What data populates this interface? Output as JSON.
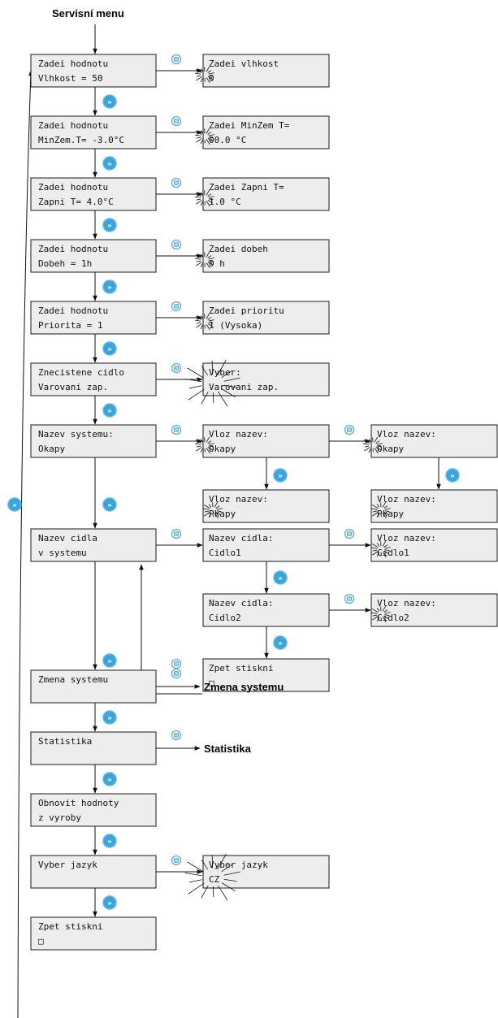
{
  "title": "Servisní menu",
  "icons": {
    "next": "double-chevron-right-icon",
    "ok": "ok-button-icon",
    "blink": "blink-burst-icon",
    "next_glyph": "»",
    "next_color": "#3aa5dd",
    "ok_color": "#a8d4ee",
    "box_fill": "#ededed"
  },
  "main_menu": [
    {
      "id": "vlhkost",
      "line1": "Zadei hodnotu",
      "line2": "Vlhkost = 50"
    },
    {
      "id": "minzem",
      "line1": "Zadei hodnotu",
      "line2": "MinZem.T= -3.0°C"
    },
    {
      "id": "zapni",
      "line1": "Zadei hodnotu",
      "line2": "Zapni T= 4.0°C"
    },
    {
      "id": "dobeh",
      "line1": "Zadei hodnotu",
      "line2": "Dobeh = 1h"
    },
    {
      "id": "priorita",
      "line1": "Zadei hodnotu",
      "line2": "Priorita = 1"
    },
    {
      "id": "znecistene",
      "line1": "Znecistene cidlo",
      "line2": "Varovani zap."
    },
    {
      "id": "nazev-systemu",
      "line1": "Nazev systemu:",
      "line2": "Okapy"
    },
    {
      "id": "nazev-cidla",
      "line1": "Nazev cidla",
      "line2": "v systemu"
    },
    {
      "id": "zmena-systemu",
      "line1": "Zmena systemu",
      "line2": ""
    },
    {
      "id": "statistika",
      "line1": "Statistika",
      "line2": ""
    },
    {
      "id": "obnovit",
      "line1": "Obnovit hodnoty",
      "line2": "z vyroby"
    },
    {
      "id": "vyber-jazyk",
      "line1": "Vyber jazyk",
      "line2": ""
    },
    {
      "id": "zpet",
      "line1": "Zpet stiskni",
      "line2": "□"
    }
  ],
  "sub_boxes": [
    {
      "id": "zadej-vlhkost",
      "line1": "Zadei vlhkost",
      "line2": "0"
    },
    {
      "id": "zadej-minzem",
      "line1": "Zadei MinZem T=",
      "line2": "00.0 °C"
    },
    {
      "id": "zadej-zapni",
      "line1": "Zadei Zapni T=",
      "line2": "1.0 °C"
    },
    {
      "id": "zadej-dobeh",
      "line1": "Zadei dobeh",
      "line2": "0   h"
    },
    {
      "id": "zadej-priorita",
      "line1": "Zadei prioritu",
      "line2": "1 (Vysoka)"
    },
    {
      "id": "vyber-varovani",
      "line1": "Vyber:",
      "line2": "Varovani zap."
    },
    {
      "id": "vloz-nazev-1",
      "line1": "Vloz nazev:",
      "line2": "Okapy"
    },
    {
      "id": "vloz-nazev-2",
      "line1": "Vloz nazev:",
      "line2": "Okapy"
    },
    {
      "id": "vloz-nazev-3",
      "line1": "Vloz nazev:",
      "line2": "Pkapy"
    },
    {
      "id": "vloz-nazev-4",
      "line1": "Vloz nazev:",
      "line2": "Pkapy"
    },
    {
      "id": "nazev-cidla-1",
      "line1": "Nazev cidla:",
      "line2": "Cidlo1"
    },
    {
      "id": "vloz-cidlo1",
      "line1": "Vloz nazev:",
      "line2": "Cidlo1"
    },
    {
      "id": "nazev-cidla-2",
      "line1": "Nazev cidla:",
      "line2": "Cidlo2"
    },
    {
      "id": "vloz-cidlo2",
      "line1": "Vloz nazev:",
      "line2": "Cidlo2"
    },
    {
      "id": "zpet-cidla",
      "line1": "Zpet stiskni",
      "line2": "□"
    },
    {
      "id": "vyber-jazyk-box",
      "line1": "Vyber jazyk",
      "line2": "CZ"
    }
  ],
  "labels": {
    "zmena_systemu": "Zmena systemu",
    "statistika": "Statistika"
  }
}
